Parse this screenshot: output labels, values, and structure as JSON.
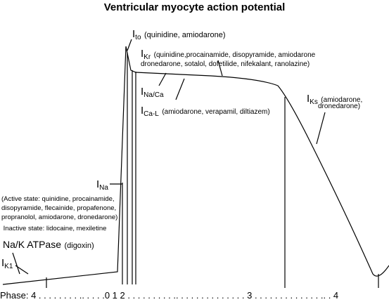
{
  "title": "Ventricular myocyte action potential",
  "currents": {
    "ito": {
      "main": "I",
      "sub": "to",
      "drugs": "(quinidine, amiodarone)"
    },
    "ikr": {
      "main": "I",
      "sub": "Kr",
      "drugs_line1": "(quinidine,procainamide, disopyramide, amiodarone",
      "drugs_line2": "dronedarone, sotalol, dofetilide, nifekalant, ranolazine)"
    },
    "inaca": {
      "main": "I",
      "sub": "Na/Ca"
    },
    "ical": {
      "main": "I",
      "sub": "Ca-L",
      "drugs": "(amiodarone, verapamil, diltiazem)"
    },
    "iks": {
      "main": "I",
      "sub": "Ks",
      "drugs_line1": "(amiodarone,",
      "drugs_line2": "dronedarone)"
    },
    "ina": {
      "main": "I",
      "sub": "Na",
      "active_line1": "(Active state: quinidine, procainamide,",
      "active_line2": "disopyramide, flecainide, propafenone,",
      "active_line3": "propranolol, amiodarone, dronedarone)",
      "inactive": "Inactive state: lidocaine, mexiletine"
    },
    "natpase": {
      "main": "Na/K ATPase",
      "drugs": "(digoxin)"
    },
    "ik1": {
      "main": "I",
      "sub": "K1"
    }
  },
  "phase_axis": "Phase: 4 . . . . . . . . .. . . . .0 1 2 . . . . . . . . . .. . . . . . . . . . . . . . 3 . . . . . . . . . . . . . .. . 4"
}
